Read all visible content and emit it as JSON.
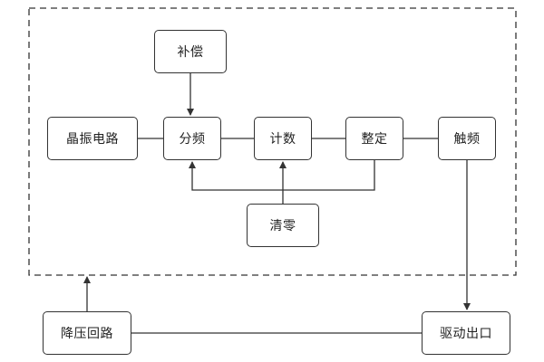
{
  "diagram": {
    "nodes": {
      "crystal": "晶振电路",
      "divider": "分频",
      "counter": "计数",
      "shaper": "整定",
      "trigger": "触频",
      "compensation": "补偿",
      "clear": "清零",
      "step_down": "降压回路",
      "driver": "驱动出口"
    },
    "edges": [
      {
        "from": "crystal",
        "to": "divider",
        "arrow": false
      },
      {
        "from": "divider",
        "to": "counter",
        "arrow": false
      },
      {
        "from": "counter",
        "to": "shaper",
        "arrow": false
      },
      {
        "from": "shaper",
        "to": "trigger",
        "arrow": false
      },
      {
        "from": "compensation",
        "to": "divider",
        "arrow": true
      },
      {
        "from": "clear",
        "to": "counter",
        "arrow": true
      },
      {
        "from": "shaper",
        "to": "divider",
        "arrow": true
      },
      {
        "from": "trigger",
        "to": "driver",
        "arrow": true
      },
      {
        "from": "driver",
        "to": "step_down",
        "arrow": false
      },
      {
        "from": "step_down",
        "to": "dashed-boundary",
        "arrow": true
      }
    ],
    "style": {
      "line_color": "#333333",
      "boundary": "dashed"
    }
  }
}
